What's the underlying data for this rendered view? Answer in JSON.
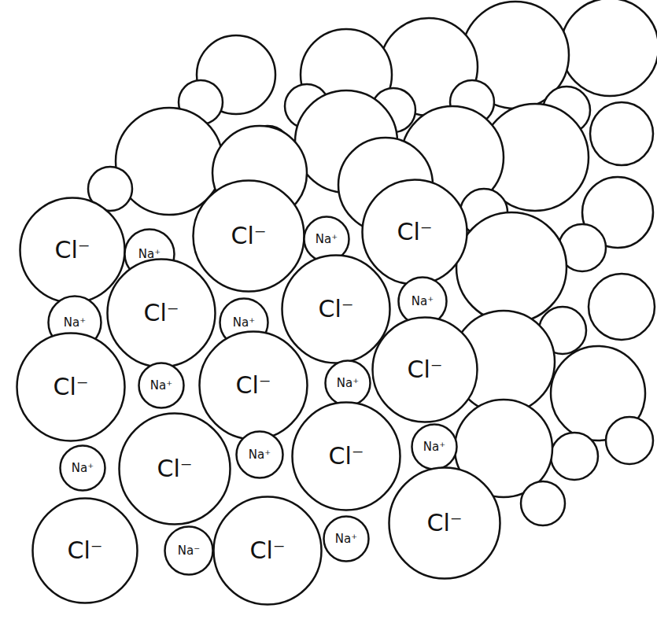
{
  "diagram": {
    "nodes": [
      {
        "text": [
          "Cl⁻"
        ]
      },
      {
        "text": [
          "Na⁺"
        ]
      },
      {
        "text": [
          "Cl⁻"
        ]
      },
      {
        "text": [
          "Na⁺"
        ]
      },
      {
        "text": [
          "Cl⁻"
        ]
      },
      {
        "text": [
          "Na⁺"
        ]
      },
      {
        "text": [
          "Cl⁻"
        ]
      },
      {
        "text": [
          "Na⁺"
        ]
      },
      {
        "text": [
          "Cl⁻"
        ]
      },
      {
        "text": [
          "Na⁺"
        ]
      },
      {
        "text": [
          "Cl⁻"
        ]
      },
      {
        "text": [
          "Na⁺"
        ]
      },
      {
        "text": [
          "Cl⁻"
        ]
      },
      {
        "text": [
          "Na⁺"
        ]
      },
      {
        "text": [
          "Cl⁻"
        ]
      },
      {
        "text": [
          "Na⁺"
        ]
      },
      {
        "text": [
          "Cl⁻"
        ]
      },
      {
        "text": [
          "Na⁺"
        ]
      },
      {
        "text": [
          "Cl⁻"
        ]
      },
      {
        "text": [
          "Na⁺"
        ]
      },
      {
        "text": [
          "Cl⁻"
        ]
      },
      {
        "text": [
          "Na⁻"
        ]
      },
      {
        "text": [
          "Cl⁻"
        ]
      },
      {
        "text": [
          "Na⁺"
        ]
      },
      {
        "text": [
          "Cl⁻"
        ]
      }
    ]
  }
}
